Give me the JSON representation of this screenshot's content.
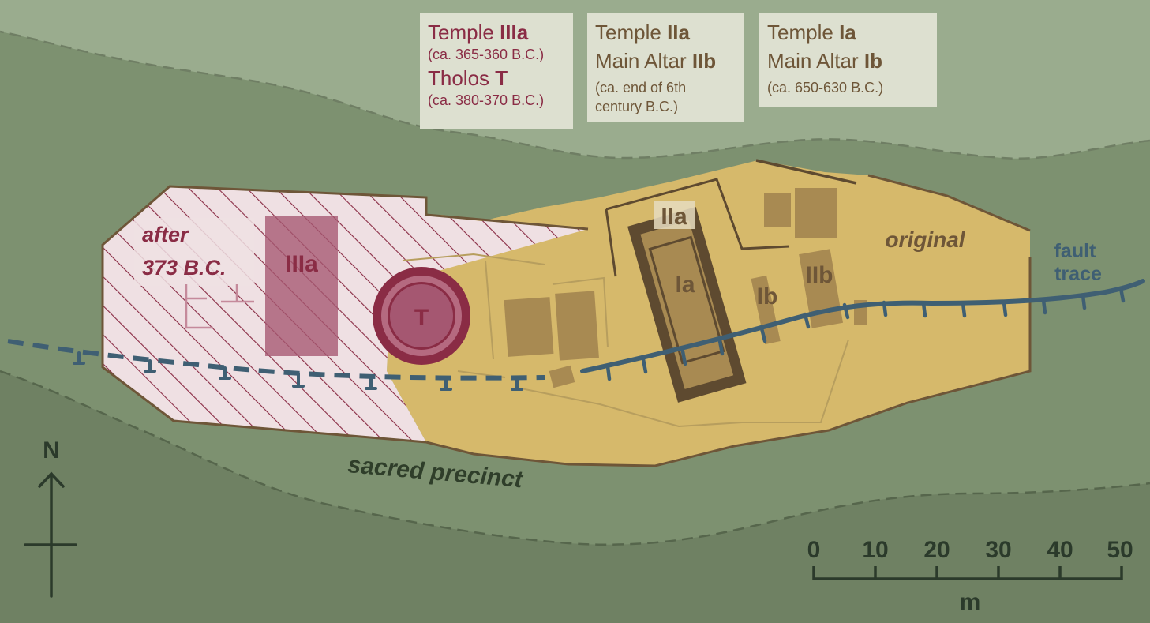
{
  "legend": {
    "box1": {
      "temple_word": "Temple",
      "temple_roman": "IIIa",
      "temple_date": "(ca. 365-360 B.C.)",
      "tholos_word": "Tholos",
      "tholos_letter": "T",
      "tholos_date": "(ca. 380-370 B.C.)"
    },
    "box2": {
      "temple_word": "Temple",
      "temple_roman": "IIa",
      "altar_word": "Main Altar",
      "altar_roman": "IIb",
      "date_line1": "(ca. end of 6th",
      "date_line2": "century B.C.)"
    },
    "box3": {
      "temple_word": "Temple",
      "temple_roman": "Ia",
      "altar_word": "Main Altar",
      "altar_roman": "Ib",
      "date": "(ca. 650-630 B.C.)"
    }
  },
  "map_labels": {
    "after_line1": "after",
    "after_line2": "373 B.C.",
    "temple_IIIa": "IIIa",
    "tholos_T": "T",
    "temple_IIa": "IIa",
    "temple_Ia": "Ia",
    "altar_Ib": "Ib",
    "altar_IIb": "IIb",
    "original": "original",
    "fault_line1": "fault",
    "fault_line2": "trace",
    "sacred_precinct": "sacred precinct"
  },
  "north_arrow": {
    "label": "N"
  },
  "scale_bar": {
    "ticks": [
      "0",
      "10",
      "20",
      "30",
      "40",
      "50"
    ],
    "unit": "m"
  },
  "colors": {
    "background_green": "#7d9170",
    "upper_band": "#9aac8e",
    "lower_band": "#6f8163",
    "original_precinct": "#d6b96b",
    "later_precinct": "#efe0e3",
    "structure_red": "#8a2c45",
    "structure_brown": "#6e5638",
    "fault_blue": "#3f5f73"
  }
}
